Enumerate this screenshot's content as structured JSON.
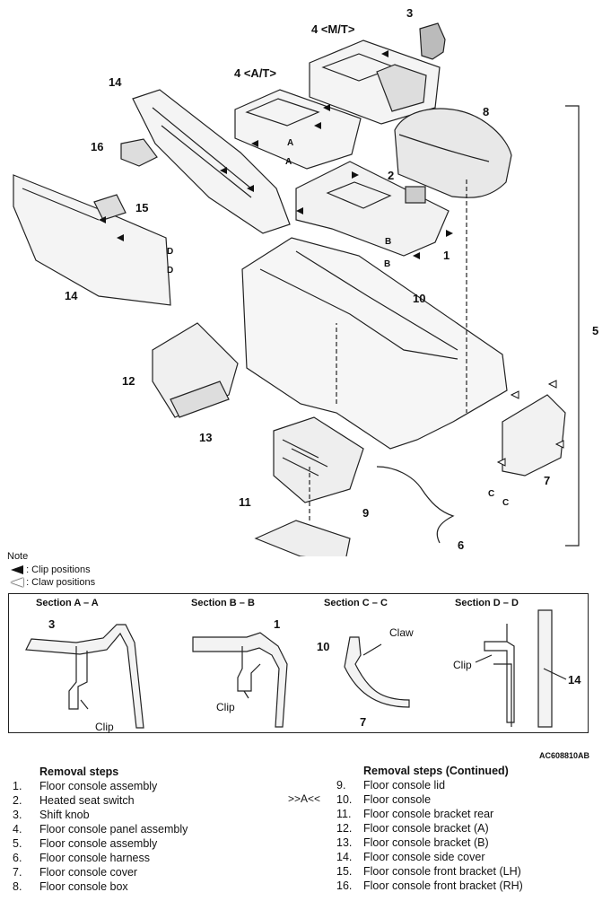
{
  "part_labels": {
    "p1": "1",
    "p2": "2",
    "p3": "3",
    "p4mt": "4 <M/T>",
    "p4at": "4 <A/T>",
    "p5": "5",
    "p6": "6",
    "p7": "7",
    "p8": "8",
    "p9": "9",
    "p10": "10",
    "p11": "11",
    "p12": "12",
    "p13": "13",
    "p14a": "14",
    "p14b": "14",
    "p15": "15",
    "p16": "16",
    "a1": "A",
    "a2": "A",
    "b1": "B",
    "b2": "B",
    "c1": "C",
    "c2": "C",
    "d1": "D",
    "d2": "D"
  },
  "note": {
    "title": "Note",
    "clip": ": Clip positions",
    "claw": ": Claw positions"
  },
  "sections": {
    "aa": {
      "title": "Section A – A",
      "num": "3",
      "clip": "Clip"
    },
    "bb": {
      "title": "Section B – B",
      "num": "1",
      "clip": "Clip"
    },
    "cc": {
      "title": "Section C – C",
      "num10": "10",
      "claw": "Claw",
      "num7": "7"
    },
    "dd": {
      "title": "Section D – D",
      "clip": "Clip",
      "num14": "14"
    }
  },
  "figure_code": "AC608810AB",
  "removal_left": {
    "header": "Removal steps",
    "items": [
      {
        "n": "1.",
        "t": "Floor console assembly"
      },
      {
        "n": "2.",
        "t": "Heated seat switch"
      },
      {
        "n": "3.",
        "t": "Shift knob"
      },
      {
        "n": "4.",
        "t": "Floor console panel assembly"
      },
      {
        "n": "5.",
        "t": "Floor console assembly"
      },
      {
        "n": "6.",
        "t": "Floor console harness"
      },
      {
        "n": "7.",
        "t": "Floor console cover"
      },
      {
        "n": "8.",
        "t": "Floor console box"
      }
    ]
  },
  "removal_right": {
    "header": "Removal steps (Continued)",
    "marker": ">>A<<",
    "items": [
      {
        "n": "9.",
        "t": "Floor console lid"
      },
      {
        "n": "10.",
        "t": "Floor console"
      },
      {
        "n": "11.",
        "t": "Floor console bracket rear"
      },
      {
        "n": "12.",
        "t": "Floor console bracket (A)"
      },
      {
        "n": "13.",
        "t": "Floor console bracket (B)"
      },
      {
        "n": "14.",
        "t": "Floor console side cover"
      },
      {
        "n": "15.",
        "t": "Floor console front bracket (LH)"
      },
      {
        "n": "16.",
        "t": "Floor console front bracket (RH)"
      }
    ]
  }
}
